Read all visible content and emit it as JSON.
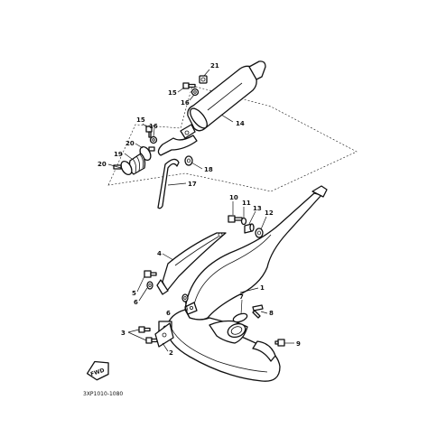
{
  "callouts": [
    {
      "id": "c21",
      "label": "21"
    },
    {
      "id": "c15a",
      "label": "15"
    },
    {
      "id": "c16a",
      "label": "16"
    },
    {
      "id": "c14",
      "label": "14"
    },
    {
      "id": "c15b",
      "label": "15"
    },
    {
      "id": "c16b",
      "label": "16"
    },
    {
      "id": "c20a",
      "label": "20"
    },
    {
      "id": "c19",
      "label": "19"
    },
    {
      "id": "c20b",
      "label": "20"
    },
    {
      "id": "c18",
      "label": "18"
    },
    {
      "id": "c17",
      "label": "17"
    },
    {
      "id": "c10",
      "label": "10"
    },
    {
      "id": "c11",
      "label": "11"
    },
    {
      "id": "c13",
      "label": "13"
    },
    {
      "id": "c12",
      "label": "12"
    },
    {
      "id": "c4",
      "label": "4"
    },
    {
      "id": "c1",
      "label": "1"
    },
    {
      "id": "c5",
      "label": "5"
    },
    {
      "id": "c6a",
      "label": "6"
    },
    {
      "id": "c6b",
      "label": "6"
    },
    {
      "id": "c7",
      "label": "7"
    },
    {
      "id": "c8",
      "label": "8"
    },
    {
      "id": "c3",
      "label": "3"
    },
    {
      "id": "c2",
      "label": "2"
    },
    {
      "id": "c9",
      "label": "9"
    }
  ],
  "direction_tag": "FWD",
  "drawing_code": "3XP1010-1080"
}
